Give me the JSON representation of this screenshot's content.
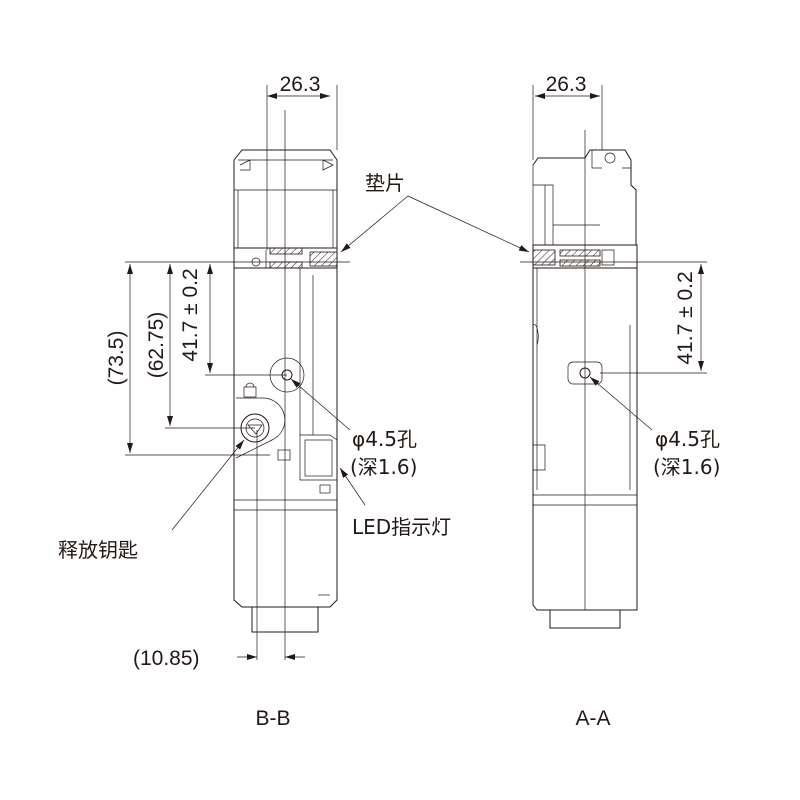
{
  "views": {
    "left": {
      "title": "B-B",
      "width_dim": "26.3",
      "dim_73": "(73.5)",
      "dim_62": "(62.75)",
      "dim_41": "41.7 ± 0.2",
      "dim_bottom": "(10.85)",
      "hole_label": "φ4.5孔",
      "hole_depth": "(深1.6)",
      "led_label": "LED指示灯",
      "key_label": "释放钥匙"
    },
    "right": {
      "title": "A-A",
      "width_dim": "26.3",
      "dim_41": "41.7 ± 0.2",
      "hole_label": "φ4.5孔",
      "hole_depth": "(深1.6)"
    },
    "gasket_label": "垫片"
  },
  "colors": {
    "line": "#231815",
    "background": "#ffffff"
  }
}
